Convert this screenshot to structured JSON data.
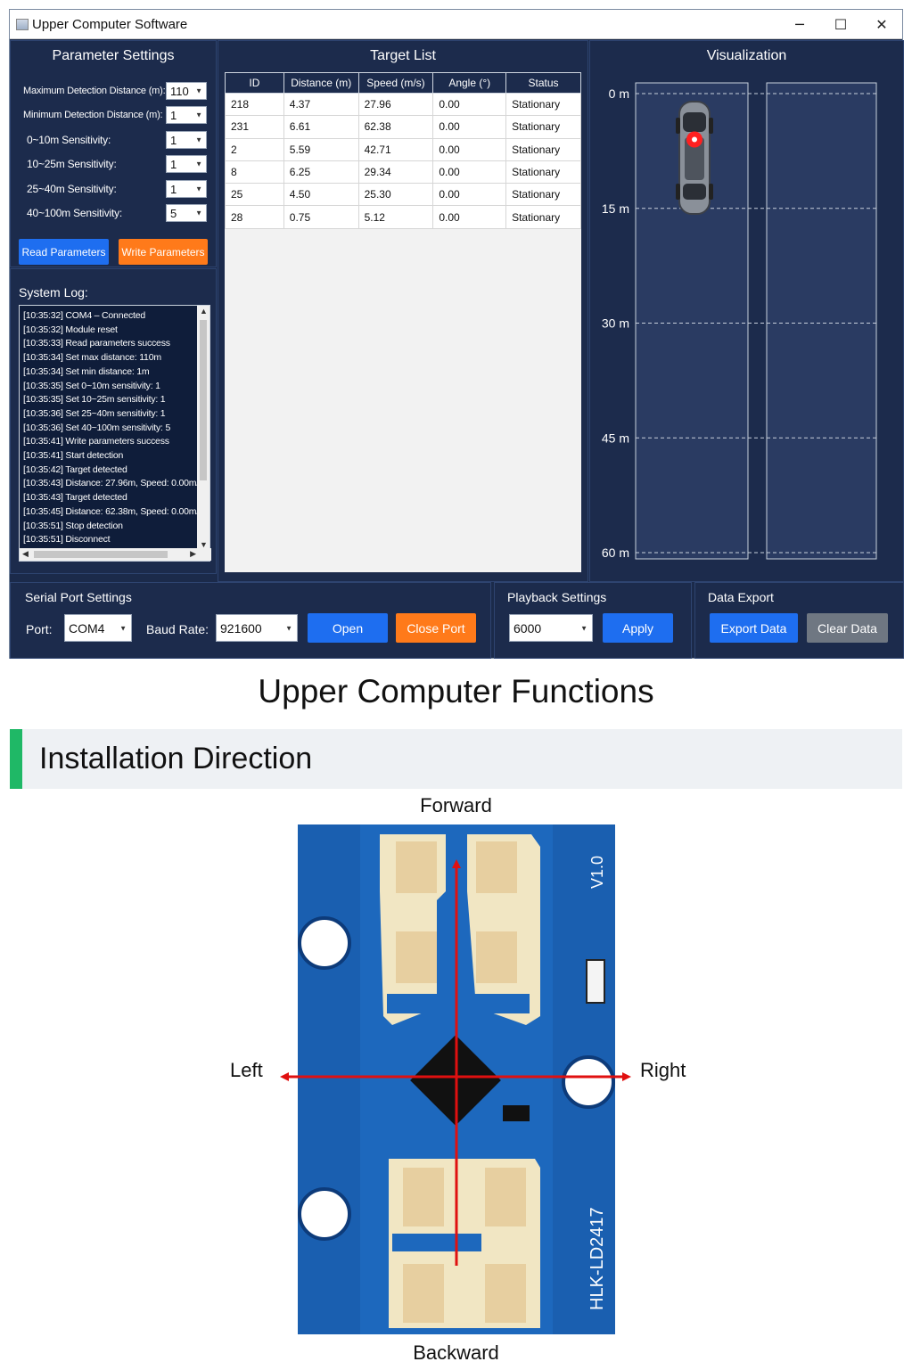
{
  "window": {
    "title": "Upper Computer Software",
    "controls": {
      "minimize": "─",
      "maximize": "☐",
      "close": "✕"
    }
  },
  "parameter_settings": {
    "title": "Parameter Settings",
    "rows": [
      {
        "label": "Maximum Detection Distance (m):",
        "value": "110"
      },
      {
        "label": "Minimum Detection Distance (m):",
        "value": "1"
      },
      {
        "label": "0~10m Sensitivity:",
        "value": "1"
      },
      {
        "label": "10~25m Sensitivity:",
        "value": "1"
      },
      {
        "label": "25~40m Sensitivity:",
        "value": "1"
      },
      {
        "label": "40~100m Sensitivity:",
        "value": "5"
      }
    ],
    "read_button": "Read Parameters",
    "write_button": "Write Parameters"
  },
  "system_log": {
    "title": "System Log:",
    "lines": [
      "[10:35:32]  COM4 – Connected",
      "[10:35:32]  Module reset",
      "[10:35:33]  Read parameters success",
      "[10:35:34]  Set max distance: 110m",
      "[10:35:34]  Set min distance: 1m",
      "[10:35:35]  Set 0~10m sensitivity: 1",
      "[10:35:35]  Set 10~25m sensitivity: 1",
      "[10:35:36]  Set 25~40m sensitivity: 1",
      "[10:35:36]  Set 40~100m sensitivity: 5",
      "[10:35:41]  Write parameters success",
      "[10:35:41]  Start detection",
      "[10:35:42]  Target detected",
      "[10:35:43]  Distance: 27.96m, Speed: 0.00m/",
      "[10:35:43]  Target detected",
      "[10:35:45]  Distance: 62.38m, Speed: 0.00m/",
      "[10:35:51]  Stop detection",
      "[10:35:51]  Disconnect"
    ]
  },
  "target_list": {
    "title": "Target List",
    "columns": [
      "ID",
      "Distance (m)",
      "Speed (m/s)",
      "Angle (°)",
      "Status"
    ],
    "rows": [
      [
        "218",
        "4.37",
        "27.96",
        "0.00",
        "Stationary"
      ],
      [
        "231",
        "6.61",
        "62.38",
        "0.00",
        "Stationary"
      ],
      [
        "2",
        "5.59",
        "42.71",
        "0.00",
        "Stationary"
      ],
      [
        "8",
        "6.25",
        "29.34",
        "0.00",
        "Stationary"
      ],
      [
        "25",
        "4.50",
        "25.30",
        "0.00",
        "Stationary"
      ],
      [
        "28",
        "0.75",
        "5.12",
        "0.00",
        "Stationary"
      ]
    ]
  },
  "visualization": {
    "title": "Visualization",
    "distance_labels": [
      "0 m",
      "15 m",
      "30 m",
      "45 m",
      "60 m"
    ],
    "distance_values_m": [
      0,
      15,
      30,
      45,
      60
    ],
    "target_marker_distance_m": 6,
    "marker_color": "#ff2020",
    "car_icon": "car-icon"
  },
  "serial_port": {
    "title": "Serial Port Settings",
    "port_label": "Port:",
    "port_value": "COM4",
    "baud_label": "Baud Rate:",
    "baud_value": "921600",
    "open_button": "Open",
    "close_button": "Close Port"
  },
  "playback": {
    "title": "Playback Settings",
    "value": "6000",
    "apply_button": "Apply"
  },
  "data_export": {
    "title": "Data Export",
    "export_button": "Export Data",
    "clear_button": "Clear Data"
  },
  "functions_heading": "Upper Computer Functions",
  "installation": {
    "heading": "Installation Direction",
    "forward": "Forward",
    "backward": "Backward",
    "left": "Left",
    "right": "Right",
    "board_version": "V1.0",
    "board_model": "HLK-LD2417",
    "accent_color": "#1fb866",
    "arrow_color": "#e01010",
    "board_color": "#1a5fb0"
  },
  "colors": {
    "panel_bg": "#1c2b4c",
    "button_blue": "#1e6ef0",
    "button_orange": "#ff7a1a",
    "button_gray": "#6f7782"
  }
}
